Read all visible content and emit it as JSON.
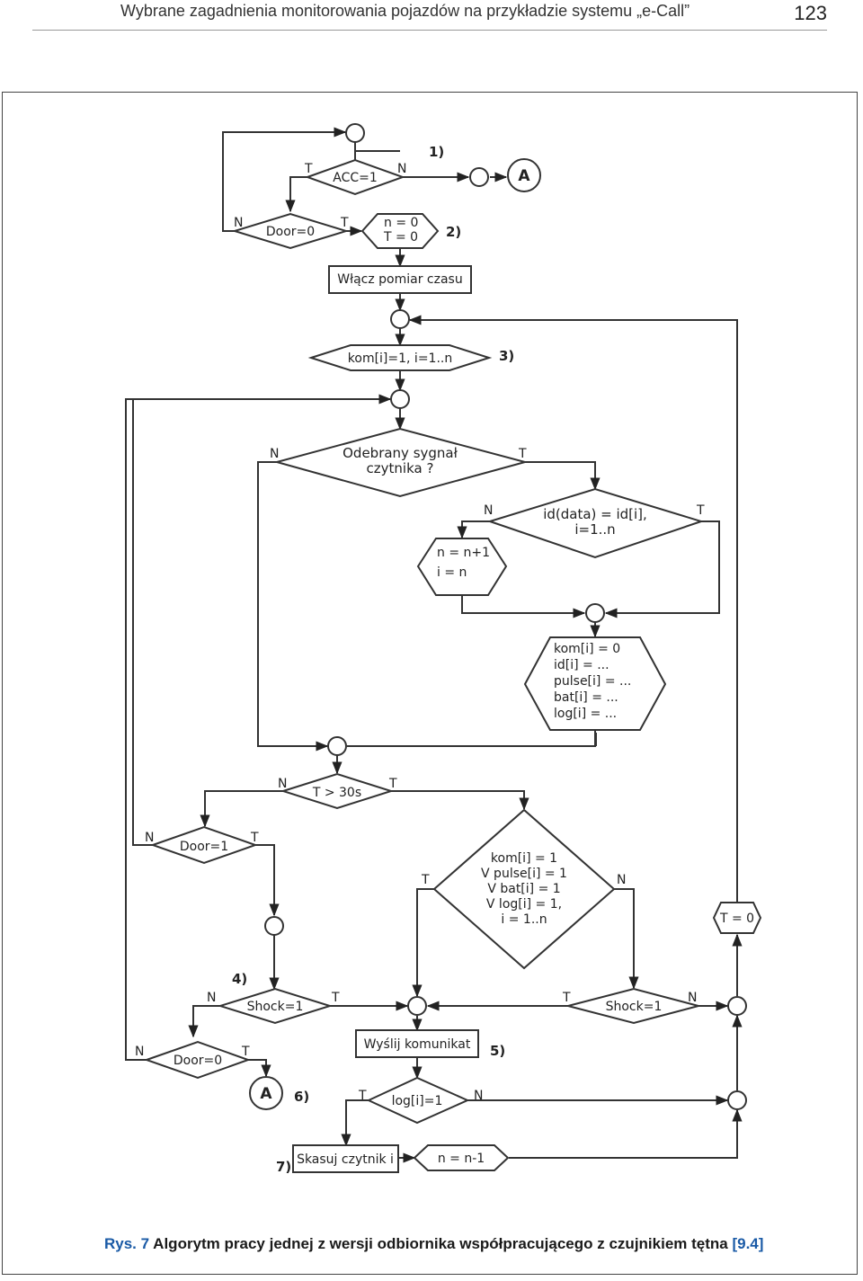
{
  "header": {
    "running_title": "Wybrane zagadnienia monitorowania pojazdów na przykładzie systemu „e-Call”",
    "page_number": "123"
  },
  "diagram": {
    "decisions": {
      "acc": "ACC=1",
      "door0_top": "Door=0",
      "kom": "kom[i]=1, i=1..n",
      "signal_1": "Odebrany sygnał",
      "signal_2": "czytnika ?",
      "id_1": "id(data) = id[i],",
      "id_2": "i=1..n",
      "t30": "T > 30s",
      "door1": "Door=1",
      "cond_1": "kom[i] = 1",
      "cond_2": "V pulse[i] = 1",
      "cond_3": "V bat[i] = 1",
      "cond_4": "V log[i] = 1,",
      "cond_5": "i = 1..n",
      "shock_left": "Shock=1",
      "shock_right": "Shock=1",
      "door0_bottom": "Door=0",
      "log": "log[i]=1"
    },
    "processes": {
      "init_1": "n = 0",
      "init_2": "T = 0",
      "timer": "Włącz pomiar czasu",
      "inc_1": "n = n+1",
      "inc_2": "i = n",
      "store_1": "kom[i] = 0",
      "store_2": "id[i] = ...",
      "store_3": "pulse[i] = ...",
      "store_4": "bat[i] = ...",
      "store_5": "log[i] = ...",
      "t_reset": "T = 0",
      "send": "Wyślij komunikat",
      "delete": "Skasuj czytnik i",
      "dec": "n = n-1"
    },
    "connectors": {
      "a_top": "A",
      "a_bottom": "A"
    },
    "steps": {
      "s1": "1)",
      "s2": "2)",
      "s3": "3)",
      "s4": "4)",
      "s5": "5)",
      "s6": "6)",
      "s7": "7)"
    },
    "branch_labels": {
      "yes": "T",
      "no": "N"
    }
  },
  "caption": {
    "label": "Rys. 7",
    "text": " Algorytm pracy jednej z wersji odbiornika współpracującego z czujnikiem tętna ",
    "ref": "[9.4]"
  }
}
